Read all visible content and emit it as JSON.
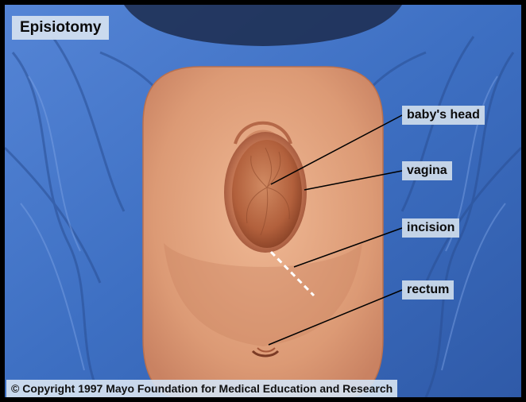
{
  "title": "Episiotomy",
  "labels": {
    "babys_head": "baby's head",
    "vagina": "vagina",
    "incision": "incision",
    "rectum": "rectum"
  },
  "copyright": "© Copyright 1997 Mayo Foundation for Medical Education and Research",
  "colors": {
    "drape": "#3d6fc2",
    "skin": "#e3a07c",
    "head": "#b2603c",
    "label_box": "#cddbeb"
  }
}
